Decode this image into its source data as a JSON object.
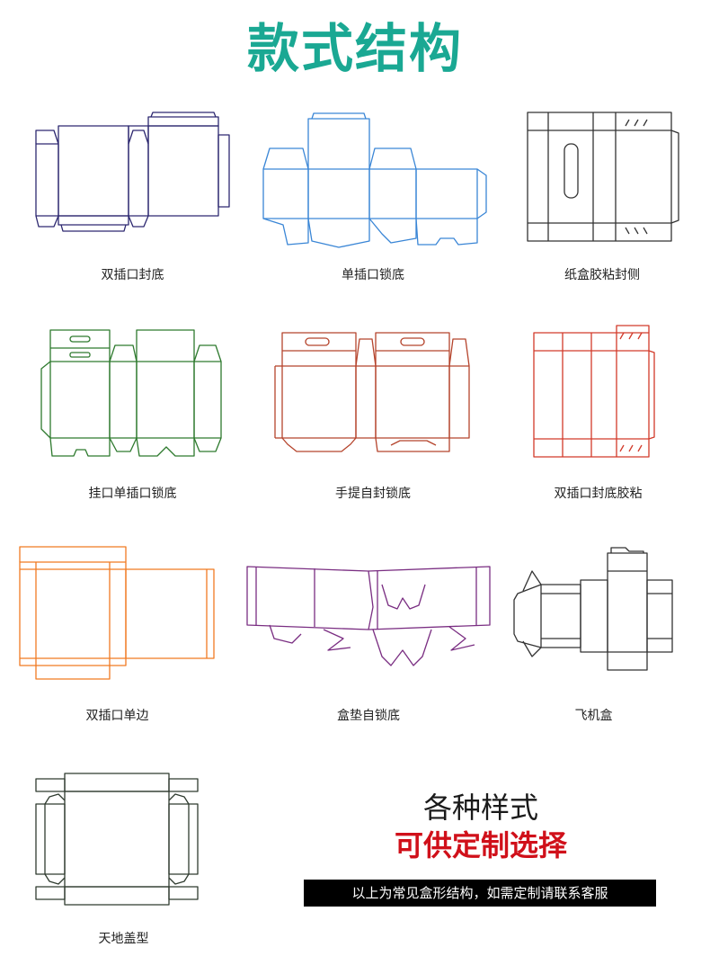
{
  "page_title": "款式结构",
  "title_color": "#1aa893",
  "boxes": [
    {
      "label": "双插口封底",
      "color": "#2d2870"
    },
    {
      "label": "单插口锁底",
      "color": "#3a86d6"
    },
    {
      "label": "纸盒胶粘封侧",
      "color": "#333333"
    },
    {
      "label": "挂口单插口锁底",
      "color": "#2e7a2e"
    },
    {
      "label": "手提自封锁底",
      "color": "#b5442c"
    },
    {
      "label": "双插口封底胶粘",
      "color": "#d23a2a"
    },
    {
      "label": "双插口单边",
      "color": "#f07a22"
    },
    {
      "label": "盒垫自锁底",
      "color": "#7a2e82"
    },
    {
      "label": "飞机盒",
      "color": "#333333"
    },
    {
      "label": "天地盖型",
      "color": "#2f3b2f"
    }
  ],
  "promo": {
    "line1": "各种样式",
    "line2": "可供定制选择",
    "line2_color": "#d0101a",
    "note": "以上为常见盒形结构，如需定制请联系客服"
  }
}
